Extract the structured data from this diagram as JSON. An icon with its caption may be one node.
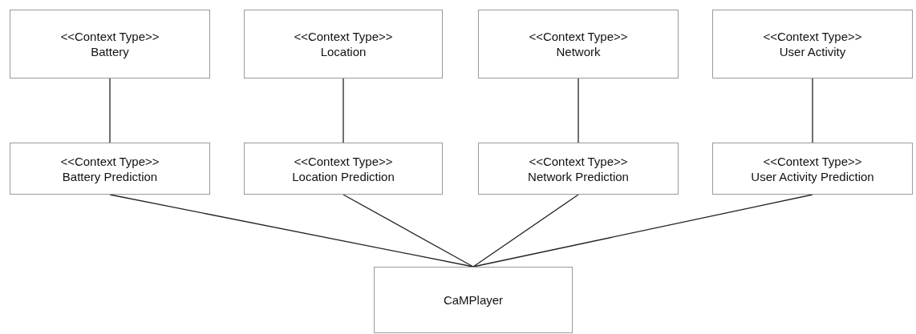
{
  "diagram": {
    "nodes": [
      {
        "text": [
          "<<Context Type>>",
          "Battery"
        ]
      },
      {
        "text": [
          "<<Context Type>>",
          "Location"
        ]
      },
      {
        "text": [
          "<<Context Type>>",
          "Network"
        ]
      },
      {
        "text": [
          "<<Context Type>>",
          "User Activity"
        ]
      },
      {
        "text": [
          "<<Context Type>>",
          "Battery Prediction"
        ]
      },
      {
        "text": [
          "<<Context Type>>",
          "Location Prediction"
        ]
      },
      {
        "text": [
          "<<Context Type>>",
          "Network Prediction"
        ]
      },
      {
        "text": [
          "<<Context Type>>",
          "User Activity Prediction"
        ]
      },
      {
        "text": [
          "CaMPlayer"
        ]
      }
    ],
    "edges": [
      {
        "from": 0,
        "to": 4,
        "arrow": "none"
      },
      {
        "from": 1,
        "to": 5,
        "arrow": "none"
      },
      {
        "from": 2,
        "to": 6,
        "arrow": "none"
      },
      {
        "from": 3,
        "to": 7,
        "arrow": "none"
      },
      {
        "from": 4,
        "to": 8,
        "arrow": "none"
      },
      {
        "from": 5,
        "to": 8,
        "arrow": "none"
      },
      {
        "from": 6,
        "to": 8,
        "arrow": "none"
      },
      {
        "from": 7,
        "to": 8,
        "arrow": "none"
      }
    ]
  }
}
